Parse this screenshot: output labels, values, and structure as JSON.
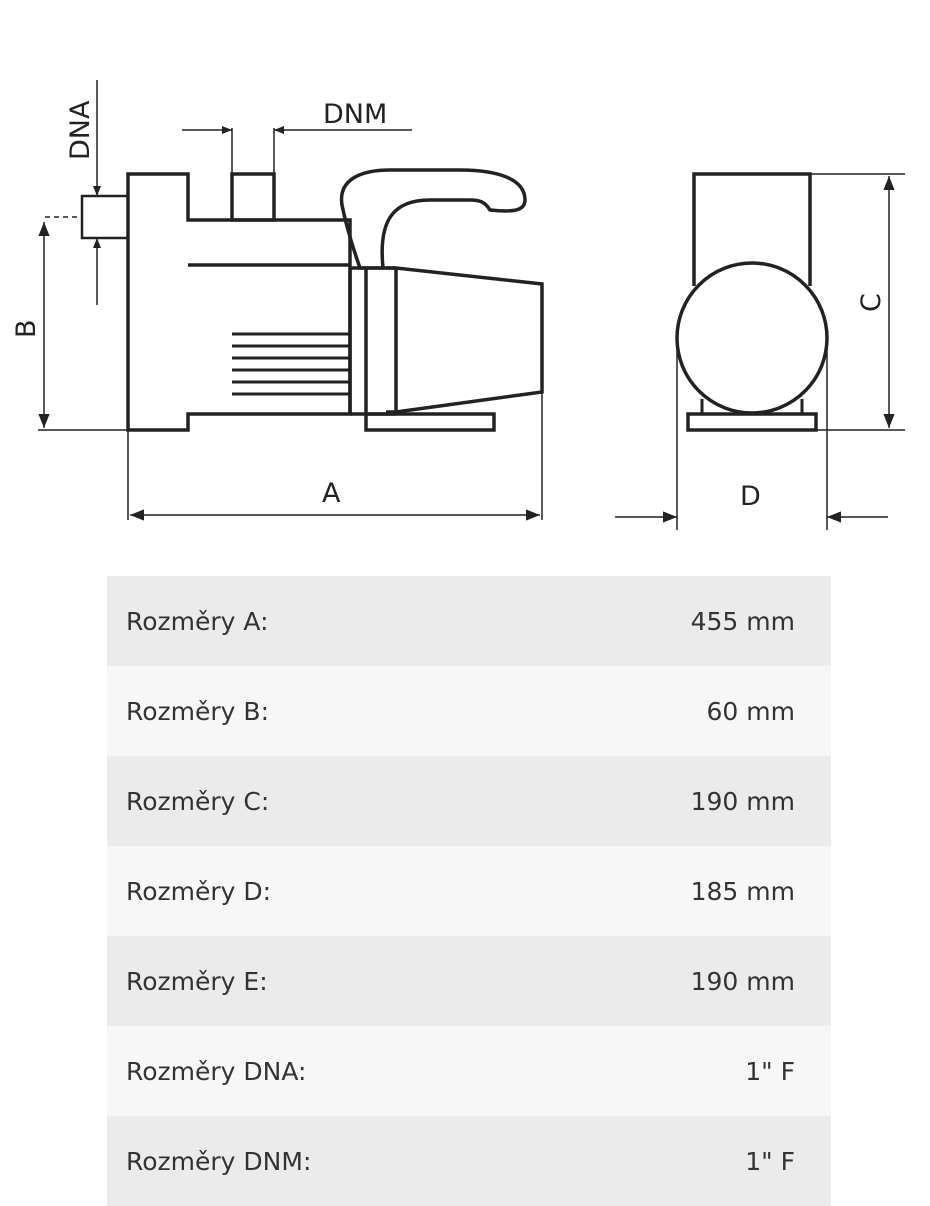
{
  "diagram": {
    "labels": {
      "dna": "DNA",
      "dnm": "DNM",
      "a": "A",
      "b": "B",
      "c": "C",
      "d": "D"
    }
  },
  "specs": {
    "rows": [
      {
        "label": "Rozměry A:",
        "value": "455 mm"
      },
      {
        "label": "Rozměry B:",
        "value": "60 mm"
      },
      {
        "label": "Rozměry C:",
        "value": "190 mm"
      },
      {
        "label": "Rozměry D:",
        "value": "185 mm"
      },
      {
        "label": "Rozměry E:",
        "value": "190 mm"
      },
      {
        "label": "Rozměry DNA:",
        "value": "1\" F"
      },
      {
        "label": "Rozměry DNM:",
        "value": "1\" F"
      }
    ]
  }
}
